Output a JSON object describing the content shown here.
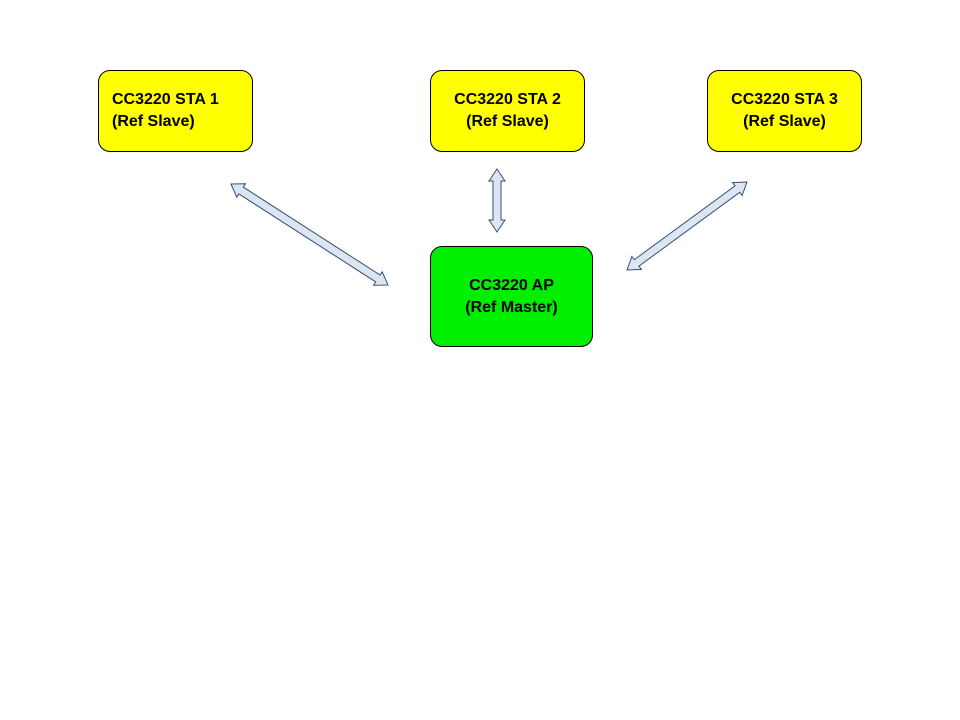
{
  "nodes": {
    "sta1": {
      "line1": "CC3220 STA 1",
      "line2": "(Ref Slave)"
    },
    "sta2": {
      "line1": "CC3220 STA 2",
      "line2": "(Ref Slave)"
    },
    "sta3": {
      "line1": "CC3220 STA 3",
      "line2": "(Ref Slave)"
    },
    "ap": {
      "line1": "CC3220 AP",
      "line2": "(Ref Master)"
    }
  },
  "colors": {
    "slave_fill": "#ffff00",
    "master_fill": "#00ee00",
    "arrow_fill": "#dce6f2",
    "arrow_stroke": "#374f6b"
  },
  "links": [
    {
      "from": "sta1",
      "to": "ap",
      "direction": "bidirectional"
    },
    {
      "from": "sta2",
      "to": "ap",
      "direction": "bidirectional"
    },
    {
      "from": "sta3",
      "to": "ap",
      "direction": "bidirectional"
    }
  ]
}
